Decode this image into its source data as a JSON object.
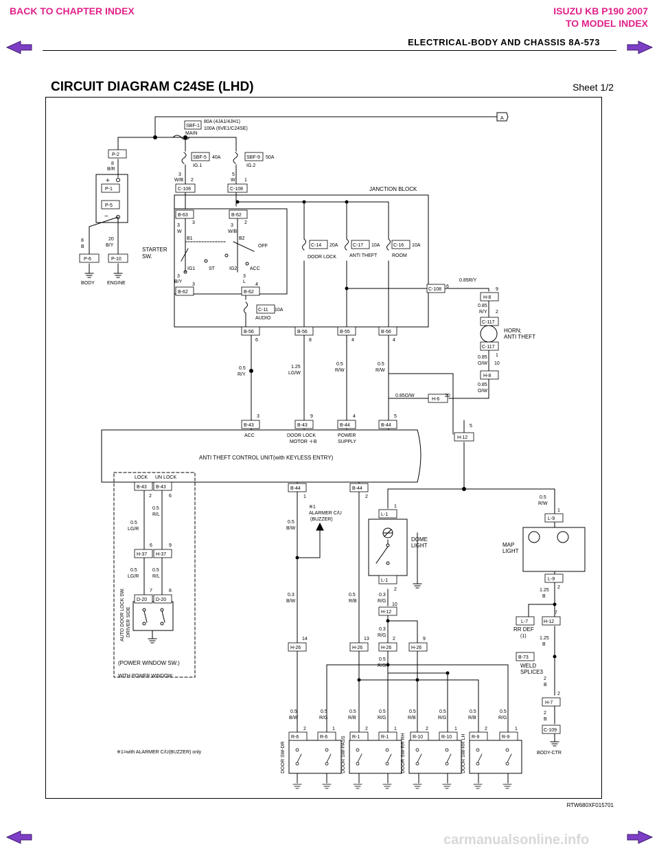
{
  "nav": {
    "back_chapter": "BACK TO CHAPTER INDEX",
    "brand_line": "ISUZU KB P190 2007",
    "model_index": "TO MODEL INDEX"
  },
  "header": {
    "section": "ELECTRICAL-BODY AND CHASSIS  8A-573"
  },
  "title": "CIRCUIT DIAGRAM C24SE (LHD)",
  "sheet": "Sheet 1/2",
  "figure_code": "RTW680XF015701",
  "watermark": "carmanualsonline.info",
  "colors": {
    "nav": "#e0218a",
    "arrow": "#6b2fb3",
    "line": "#000000"
  },
  "diagram": {
    "fuses": {
      "sbf1": "SBF-1",
      "main": "MAIN",
      "sbf1_rating1": "80A (4JA1/4JH1)",
      "sbf1_rating2": "100A (6VE1/C24SE)",
      "sbf5": "SBF-5",
      "sbf5_rating": "40A",
      "ig1": "IG.1",
      "sbf9": "SBF-9",
      "sbf9_rating": "50A",
      "ig2": "IG.2",
      "c14": "C-14",
      "c14_rating": "20A",
      "c14_name": "DOOR LOCK",
      "c17": "C-17",
      "c17_rating": "10A",
      "c17_name": "ANTI THEFT",
      "c16": "C-16",
      "c16_rating": "10A",
      "c16_name": "ROOM",
      "c11": "C-11",
      "c11_rating": "10A",
      "c11_name": "AUDIO"
    },
    "battery": {
      "p2": "P-2",
      "p1": "P-1",
      "p5": "P-5",
      "p6": "P-6",
      "p10": "P-10",
      "plus": "+",
      "minus": "−",
      "w_8": "8",
      "w_br": "B/R",
      "w_8b": "8",
      "w_b": "B",
      "w_20": "20",
      "w_by": "B/Y",
      "body": "BODY",
      "engine": "ENGINE"
    },
    "junction": {
      "label": "JANCTION BLOCK",
      "c108a": "C-108",
      "c108b": "C-108",
      "c108c": "C-108",
      "pin2": "2",
      "pin1": "1",
      "w3": "3",
      "wwb": "W/B",
      "w5": "5",
      "ww": "W",
      "pin6": "6"
    },
    "starter": {
      "label1": "STARTER",
      "label2": "SW.",
      "b63": "B-63",
      "b62a": "B-62",
      "b62b": "B-62",
      "b62c": "B-62",
      "b1": "B1",
      "b2": "B2",
      "off": "OFF",
      "ig1": "IG1",
      "st": "ST",
      "ig2": "IG2",
      "acc": "ACC",
      "w3a": "3",
      "w3b": "3",
      "ww": "W",
      "w3c": "3",
      "w2": "2",
      "wwb": "W/B",
      "w3d": "3",
      "wby": "B/Y",
      "w3e": "3",
      "w3f": "3",
      "wl": "L",
      "w4": "4"
    },
    "horn": {
      "w085ry": "0.85R/Y",
      "h8a": "H-8",
      "pin9": "9",
      "w085": "0.85",
      "wry": "R/Y",
      "pin2": "2",
      "c117a": "C-117",
      "label1": "HORN;",
      "label2": "ANTI THEFT",
      "c117b": "C-117",
      "w085b": "0.85",
      "wow": "O/W",
      "pin1": "1",
      "pin10": "10",
      "h8b": "H-8",
      "w085c": "0.85",
      "wow2": "O/W",
      "w085ow": "0.85O/W",
      "h6": "H-6",
      "pin20": "20",
      "pin5": "5",
      "h12": "H-12"
    },
    "jb_out": {
      "b56a": "B-56",
      "b56b": "B-56",
      "b55": "B-55",
      "b56c": "B-56",
      "p6": "6",
      "p8": "8",
      "p4a": "4",
      "p4b": "4",
      "w05a": "0.5",
      "wry": "R/Y",
      "w125": "1.25",
      "wlgw": "LG/W",
      "w05b": "0.5",
      "wrw": "R/W",
      "w05c": "0.5",
      "wrw2": "R/W"
    },
    "unit": {
      "label": "ANTI THEFT CONTROL UNIT(with KEYLESS ENTRY)",
      "b43a": "B-43",
      "b43b": "B-43",
      "b44a": "B-44",
      "b44b": "B-44",
      "p3": "3",
      "p9": "9",
      "p4": "4",
      "p5": "5",
      "acc": "ACC",
      "doorlock1": "DOOR LOCK",
      "doorlock2": "MOTOR ＋B",
      "power1": "POWER",
      "power2": "SUPPLY"
    },
    "pwsw": {
      "lock": "LOCK",
      "unlock": "UN LOCK",
      "b43a": "B-43",
      "b43b": "B-43",
      "p2": "2",
      "p6": "6",
      "w05a": "0.5",
      "wrl": "R/L",
      "w05b": "0.5",
      "wlgr": "LG/R",
      "p6b": "6",
      "p9": "9",
      "h37a": "H-37",
      "h37b": "H-37",
      "w05c": "0.5",
      "wlgr2": "LG/R",
      "w05d": "0.5",
      "wrl2": "R/L",
      "p7": "7",
      "p8": "8",
      "d20a": "D-20",
      "d20b": "D-20",
      "vert1": "AUTO DOOR LOCK SW.",
      "vert2": "DRIVER SIDE",
      "label": "(POWER WINDOW SW.)",
      "with": "WITH POWER WINDOW"
    },
    "lower": {
      "b44a": "B-44",
      "b44b": "B-44",
      "p1": "1",
      "p2": "2",
      "alarm1": "※1",
      "alarm2": "ALARMER C/U",
      "alarm3": "(BUZZER)",
      "w05bw": "0.5",
      "wbw": "B/W",
      "l1a": "L-1",
      "l1b": "L-1",
      "dome1": "DOME",
      "dome2": "LIGHT",
      "pl1": "1",
      "pl2": "2",
      "w03a": "0.3",
      "wbw2": "B/W",
      "w05rb": "0.5",
      "wrb": "R/B",
      "w03b": "0.3",
      "wrg": "R/G",
      "h12": "H-12",
      "p10": "10",
      "w03c": "0.3",
      "wrg2": "R/G",
      "p14": "14",
      "p13": "13",
      "p2b": "2",
      "p9": "9",
      "h26a": "H-26",
      "h26b": "H-26",
      "h26c": "H-26",
      "h26d": "H-26",
      "w05d": "0.5",
      "wrg3": "R/G",
      "w05rw": "0.5",
      "wrw": "R/W",
      "pm1": "1",
      "l9a": "L-9",
      "l9b": "L-9",
      "pm2": "2",
      "map1": "MAP",
      "map2": "LIGHT",
      "w125a": "1.25",
      "wb": "B",
      "l7": "L-7",
      "h12b": "H-12",
      "p7": "7",
      "rrdef1": "RR DEF",
      "rrdef2": "(1)",
      "w125b": "1.25",
      "wb2": "B",
      "b73": "B-73",
      "weld1": "WELD",
      "weld2": "SPLICE3",
      "w2a": "2",
      "wb3": "B",
      "p2c": "2",
      "h7": "H-7",
      "w2b": "2",
      "wb4": "B",
      "c109": "C-109",
      "bodyctr": "BODY-CTR",
      "note": "※1=with ALARMER C/U(BUZZER) only",
      "wires": [
        "0.5",
        "B/W",
        "0.5",
        "R/G",
        "0.5",
        "R/B",
        "0.5",
        "R/G",
        "0.5",
        "R/B",
        "0.5",
        "R/G",
        "0.5",
        "R/B",
        "0.5",
        "R/G"
      ],
      "conns": [
        "R-6",
        "R-6",
        "R-1",
        "R-1",
        "R-10",
        "R-10",
        "R-9",
        "R-9"
      ],
      "doorsw": [
        "DOOR SW-DR",
        "DOOR SW-PASS",
        "DOOR SW-RR RH",
        "DOOR SW-RR LH"
      ],
      "pins": [
        "2",
        "1",
        "2",
        "1",
        "2",
        "1",
        "2",
        "1"
      ],
      "connector_a": "A"
    }
  }
}
